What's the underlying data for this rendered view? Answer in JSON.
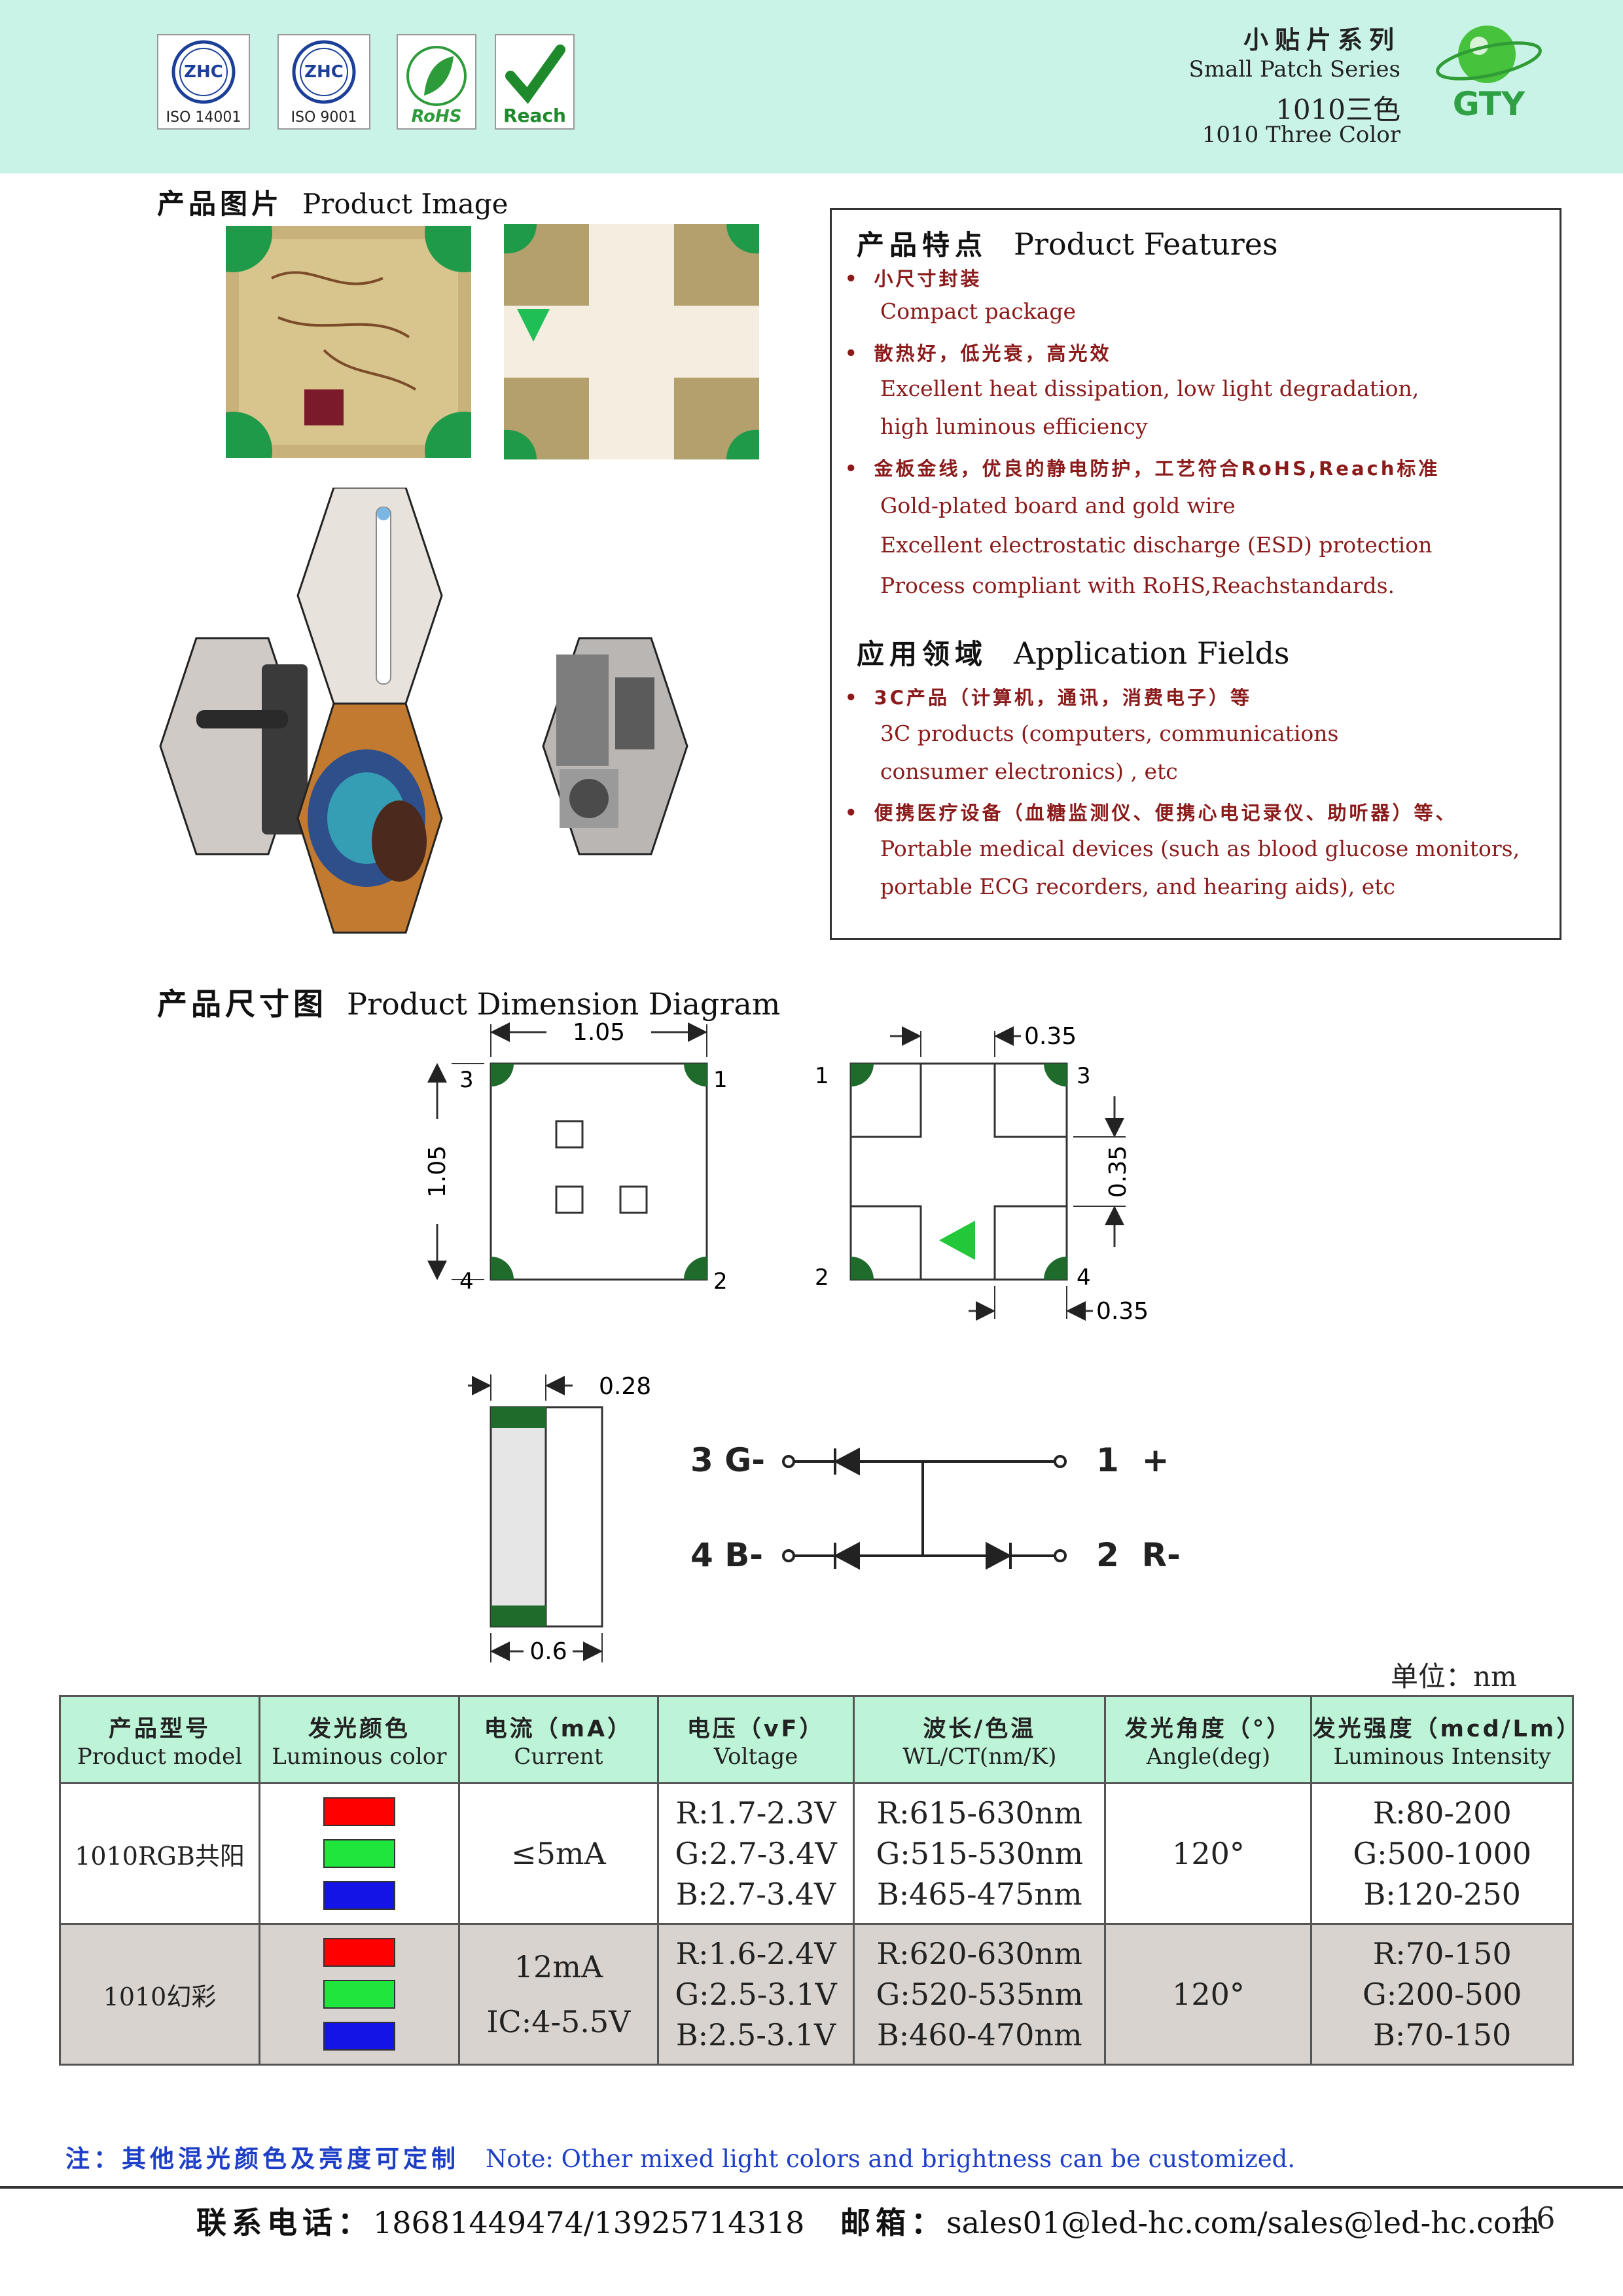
{
  "header": {
    "certs": [
      {
        "label": "ISO 14001",
        "mark": "ZHC"
      },
      {
        "label": "ISO 9001",
        "mark": "ZHC"
      },
      {
        "label": "RoHS"
      },
      {
        "label": "Reach"
      }
    ],
    "series_cn": "小贴片系列",
    "series_en": "Small Patch Series",
    "product_cn": "1010三色",
    "product_en": "1010 Three Color",
    "brand": "GTY"
  },
  "product_image": {
    "title_cn": "产品图片",
    "title_en": "Product Image"
  },
  "features": {
    "title_cn": "产品特点",
    "title_en": "Product Features",
    "items": [
      {
        "cn": "小尺寸封装",
        "en": [
          "Compact package"
        ]
      },
      {
        "cn": "散热好，低光衰，高光效",
        "en": [
          "Excellent heat dissipation, low light degradation,",
          "high luminous efficiency"
        ]
      },
      {
        "cn": "金板金线，优良的静电防护，工艺符合RoHS,Reach标准",
        "en": [
          "Gold-plated board and gold wire",
          "Excellent electrostatic discharge (ESD) protection",
          "Process compliant with RoHS,Reachstandards."
        ]
      }
    ],
    "app_title_cn": "应用领域",
    "app_title_en": "Application Fields",
    "apps": [
      {
        "cn": "3C产品（计算机，通讯，消费电子）等",
        "en": [
          "3C products (computers, communications",
          "consumer electronics) , etc"
        ]
      },
      {
        "cn": "便携医疗设备（血糖监测仪、便携心电记录仪、助听器）等、",
        "en": [
          "Portable medical devices (such as blood glucose monitors,",
          "portable ECG recorders, and hearing aids), etc"
        ]
      }
    ]
  },
  "dimension": {
    "title_cn": "产品尺寸图",
    "title_en": "Product Dimension Diagram",
    "top_width": "1.05",
    "top_height": "1.05",
    "pad_w": "0.35",
    "pad_h": "0.35",
    "pad_b": "0.35",
    "side_t": "0.28",
    "side_w": "0.6",
    "pins": [
      "1",
      "2",
      "3",
      "4"
    ],
    "circuit": {
      "g": "3 G-",
      "b": "4 B-",
      "plus": "1  +",
      "r": "2  R-"
    },
    "unit": "单位：nm"
  },
  "table": {
    "headers": [
      {
        "cn": "产品型号",
        "en": "Product model"
      },
      {
        "cn": "发光颜色",
        "en": "Luminous color"
      },
      {
        "cn": "电流（mA）",
        "en": "Current"
      },
      {
        "cn": "电压（vF）",
        "en": "Voltage"
      },
      {
        "cn": "波长/色温",
        "en": "WL/CT(nm/K)"
      },
      {
        "cn": "发光角度（°）",
        "en": "Angle(deg)"
      },
      {
        "cn": "发光强度（mcd/Lm）",
        "en": "Luminous Intensity"
      }
    ],
    "rows": [
      {
        "model": "1010RGB共阳",
        "colors": [
          "#ff0000",
          "#1ee63c",
          "#1414e6"
        ],
        "current": [
          "≤5mA"
        ],
        "voltage": [
          "R:1.7-2.3V",
          "G:2.7-3.4V",
          "B:2.7-3.4V"
        ],
        "wl": [
          "R:615-630nm",
          "G:515-530nm",
          "B:465-475nm"
        ],
        "angle": "120°",
        "intensity": [
          "R:80-200",
          "G:500-1000",
          "B:120-250"
        ]
      },
      {
        "model": "1010幻彩",
        "colors": [
          "#ff0000",
          "#1ee63c",
          "#1414e6"
        ],
        "current": [
          "12mA",
          "IC:4-5.5V"
        ],
        "voltage": [
          "R:1.6-2.4V",
          "G:2.5-3.1V",
          "B:2.5-3.1V"
        ],
        "wl": [
          "R:620-630nm",
          "G:520-535nm",
          "B:460-470nm"
        ],
        "angle": "120°",
        "intensity": [
          "R:70-150",
          "G:200-500",
          "B:70-150"
        ]
      }
    ]
  },
  "footer": {
    "note_cn": "注：其他混光颜色及亮度可定制",
    "note_en": "Note: Other mixed light colors and brightness can be customized.",
    "contact_label": "联系电话：",
    "phones": "18681449474/13925714318",
    "email_label": "邮箱：",
    "emails": "sales01@led-hc.com/sales@led-hc.com",
    "page": "16"
  }
}
